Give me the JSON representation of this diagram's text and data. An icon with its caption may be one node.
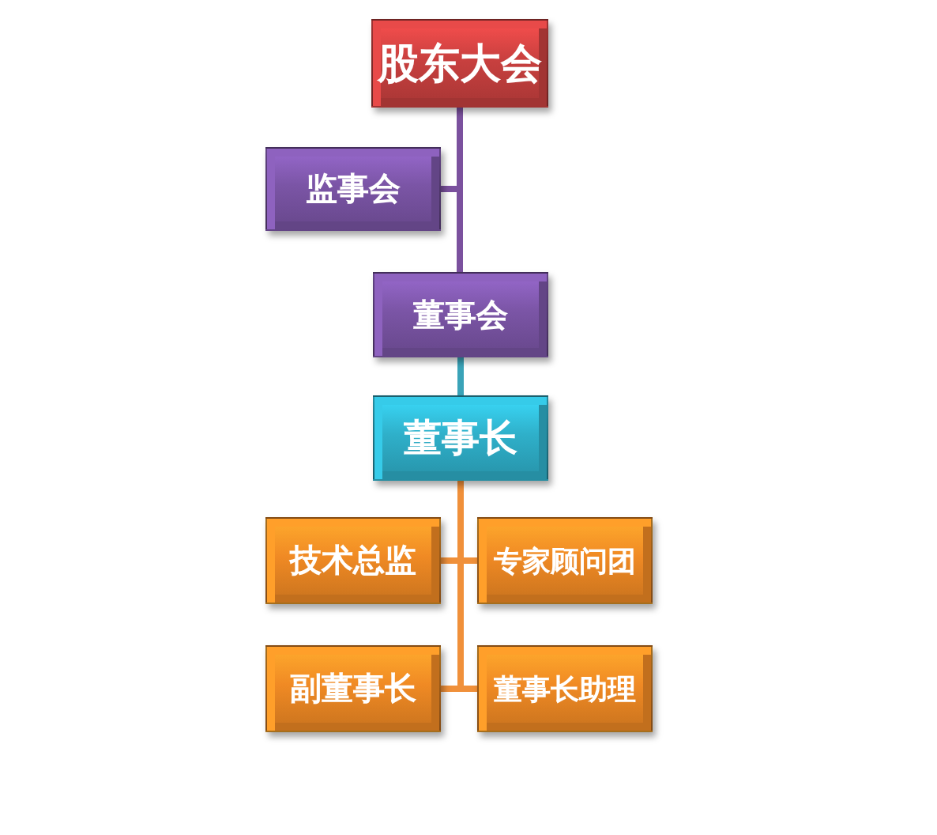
{
  "diagram": {
    "nodes": [
      {
        "text": [
          "股东大会"
        ]
      },
      {
        "text": [
          "监事会"
        ]
      },
      {
        "text": [
          "董事会"
        ]
      },
      {
        "text": [
          "董事长"
        ]
      },
      {
        "text": [
          "技术总监"
        ]
      },
      {
        "text": [
          "专家顾问团"
        ]
      },
      {
        "text": [
          "副董事长"
        ]
      },
      {
        "text": [
          "董事长助理"
        ]
      }
    ],
    "edges": [
      {
        "from": 0,
        "to": 1,
        "arrow": "none",
        "color": "#7b519e"
      },
      {
        "from": 0,
        "to": 2,
        "arrow": "none",
        "color": "#7b519e"
      },
      {
        "from": 2,
        "to": 3,
        "arrow": "none",
        "color": "#3aa3b8"
      },
      {
        "from": 3,
        "to": 4,
        "arrow": "none"
      },
      {
        "from": 3,
        "to": 5,
        "arrow": "none"
      },
      {
        "from": 3,
        "to": 6,
        "arrow": "none"
      },
      {
        "from": 3,
        "to": 7,
        "arrow": "none"
      }
    ]
  }
}
